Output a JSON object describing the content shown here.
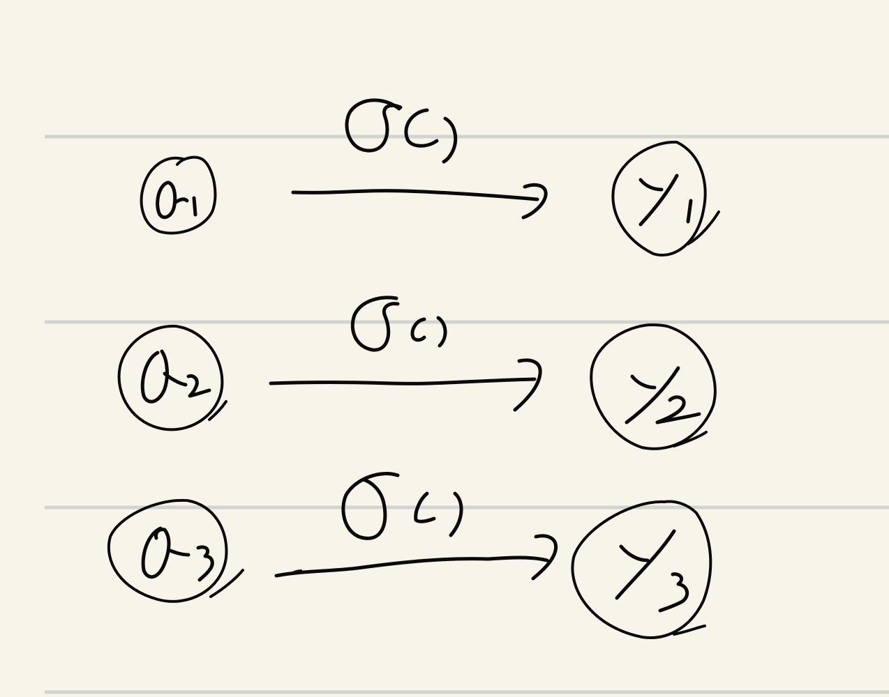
{
  "page": {
    "background": "#f7f5ea",
    "ruled_line_color": "#d3d3d0",
    "ink_color": "#0a0a0a"
  },
  "rows": [
    {
      "input_label": "a1",
      "function_label": "σ()",
      "output_label": "y1"
    },
    {
      "input_label": "a2",
      "function_label": "σ()",
      "output_label": "y2"
    },
    {
      "input_label": "a3",
      "function_label": "σ()",
      "output_label": "y3"
    }
  ]
}
